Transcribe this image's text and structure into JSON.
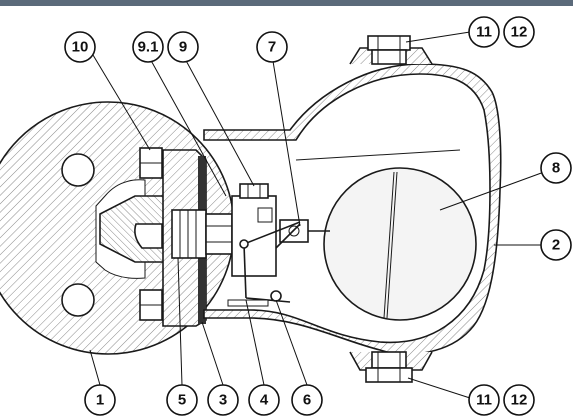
{
  "colors": {
    "ink": "#1a1a1a",
    "background": "#ffffff",
    "top_strip": "#5b6a7a",
    "hatch": "#8a8a8a",
    "float": "#f4f4f4"
  },
  "callouts": {
    "c1": "1",
    "c2": "2",
    "c3": "3",
    "c4": "4",
    "c5": "5",
    "c6": "6",
    "c7": "7",
    "c8": "8",
    "c9": "9",
    "c9_1": "9.1",
    "c10": "10",
    "c11_top": "11",
    "c12_top": "12",
    "c11_bottom": "11",
    "c12_bottom": "12"
  }
}
